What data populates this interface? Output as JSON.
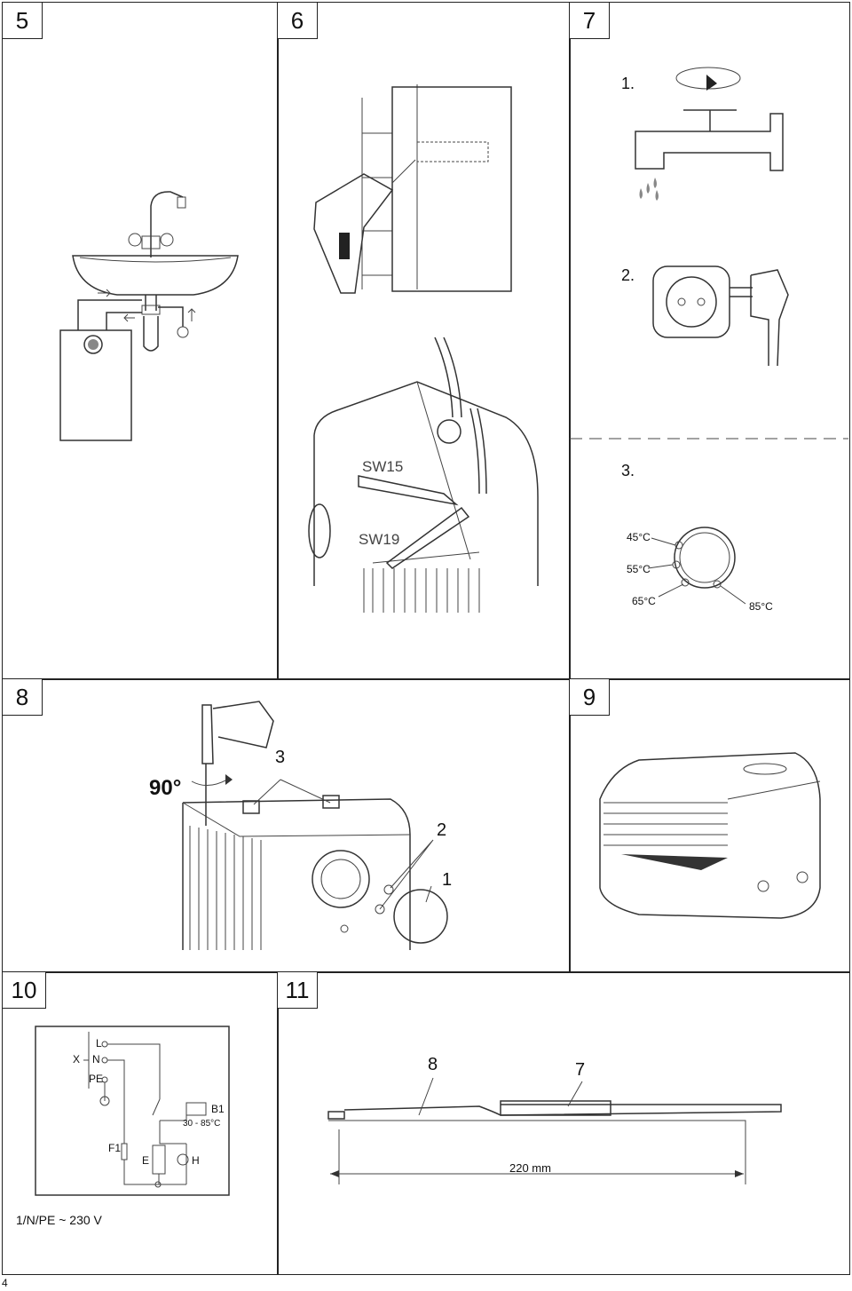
{
  "panels": {
    "p5": {
      "number": "5"
    },
    "p6": {
      "number": "6",
      "wrench_a": "SW15",
      "wrench_b": "SW19"
    },
    "p7": {
      "number": "7",
      "step1": "1.",
      "step2": "2.",
      "step3": "3.",
      "temps": [
        "45°C",
        "55°C",
        "65°C",
        "85°C"
      ]
    },
    "p8": {
      "number": "8",
      "angle": "90°",
      "callouts": [
        "3",
        "2",
        "1"
      ]
    },
    "p9": {
      "number": "9"
    },
    "p10": {
      "number": "10",
      "terms": [
        "L",
        "N",
        "PE"
      ],
      "x": "X",
      "b1": "B1",
      "range": "30 - 85°C",
      "f1": "F1",
      "e": "E",
      "h": "H",
      "supply": "1/N/PE ~ 230 V"
    },
    "p11": {
      "number": "11",
      "callouts": [
        "8",
        "7"
      ],
      "length": "220 mm"
    }
  },
  "page_number": "4"
}
